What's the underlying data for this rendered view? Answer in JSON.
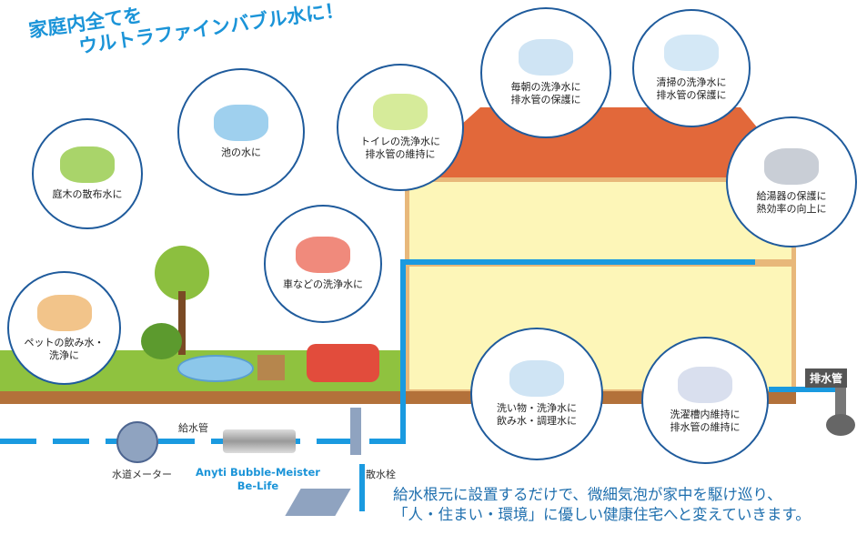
{
  "headline": {
    "line1": "家庭内全てを",
    "line2": "ウルトラファインバブル水に！"
  },
  "circles": [
    {
      "id": "garden",
      "lines": [
        "庭木の散布水に"
      ]
    },
    {
      "id": "pond",
      "lines": [
        "池の水に"
      ]
    },
    {
      "id": "toilet",
      "lines": [
        "トイレの洗浄水に",
        "排水管の維持に"
      ]
    },
    {
      "id": "washbasin",
      "lines": [
        "毎朝の洗浄水に",
        "排水管の保護に"
      ]
    },
    {
      "id": "bath",
      "lines": [
        "清掃の洗浄水に",
        "排水管の保護に"
      ]
    },
    {
      "id": "water-heater",
      "lines": [
        "給湯器の保護に",
        "熱効率の向上に"
      ]
    },
    {
      "id": "car",
      "lines": [
        "車などの洗浄水に"
      ]
    },
    {
      "id": "pet",
      "lines": [
        "ペットの飲み水・",
        "洗浄に"
      ]
    },
    {
      "id": "kitchen",
      "lines": [
        "洗い物・洗浄水に",
        "飲み水・調理水に"
      ]
    },
    {
      "id": "laundry",
      "lines": [
        "洗濯槽内維持に",
        "排水管の維持に"
      ]
    }
  ],
  "labels": {
    "supply_pipe": "給水管",
    "water_meter": "水道メーター",
    "hydrant": "散水栓",
    "drain_pipe": "排水管"
  },
  "product": {
    "line1": "Anyti Bubble-Meister",
    "line2": "Be-Life"
  },
  "footer": {
    "line1": "給水根元に設置するだけで、微細気泡が家中を駆け巡り、",
    "line2": "「人・住まい・環境」に優しい健康住宅へと変えていきます。"
  },
  "colors": {
    "accent": "#1b94d8",
    "pipe": "#1a9ae0",
    "roof": "#e2683a",
    "wall": "#fdf6b8",
    "grass": "#8fc23f",
    "soil": "#b3713a",
    "circle_border": "#1f5b9c"
  }
}
